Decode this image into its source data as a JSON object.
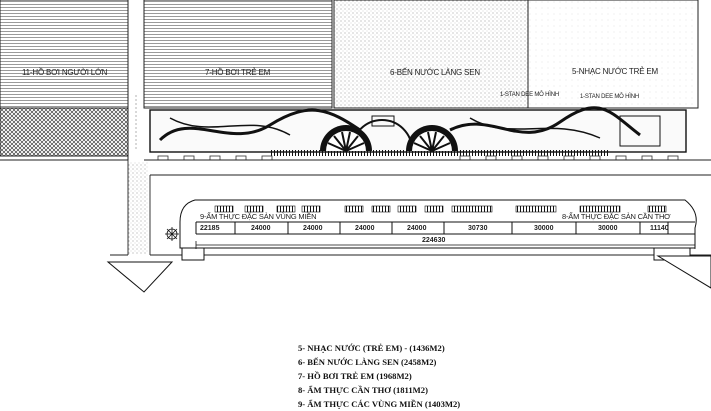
{
  "zones": {
    "adult_pool": "11-HỒ BƠI NGƯỜI LỚN",
    "kids_pool": "7-HỒ BƠI TRẺ EM",
    "lotus_wharf": "6-BẾN NƯỚC LÀNG SEN",
    "kids_music": "5-NHẠC NƯỚC TRẺ EM",
    "stand_a": "1-STAN DEE MÔ HÌNH",
    "stand_b": "1-STAN DEE MÔ HÌNH",
    "food_regions": "9-ẨM THỰC ĐẶC SẢN VÙNG MIỀN",
    "food_cantho": "8-ẨM THỰC ĐẶC SẢN CẦN THƠ"
  },
  "dimensions": {
    "segments": [
      "22185",
      "24000",
      "24000",
      "24000",
      "24000",
      "30730",
      "30000",
      "30000",
      "11140"
    ],
    "total": "224630"
  },
  "legend": [
    "5- NHẠC NƯỚC (TRẺ EM) - (1436M2)",
    "6- BẾN NƯỚC LÀNG SEN (2458M2)",
    "7- HỒ BƠI TRẺ EM (1968M2)",
    "8- ẨM THỰC CẦN THƠ (1811M2)",
    "9- ẨM THỰC CÁC VÙNG MIỀN (1403M2)"
  ]
}
